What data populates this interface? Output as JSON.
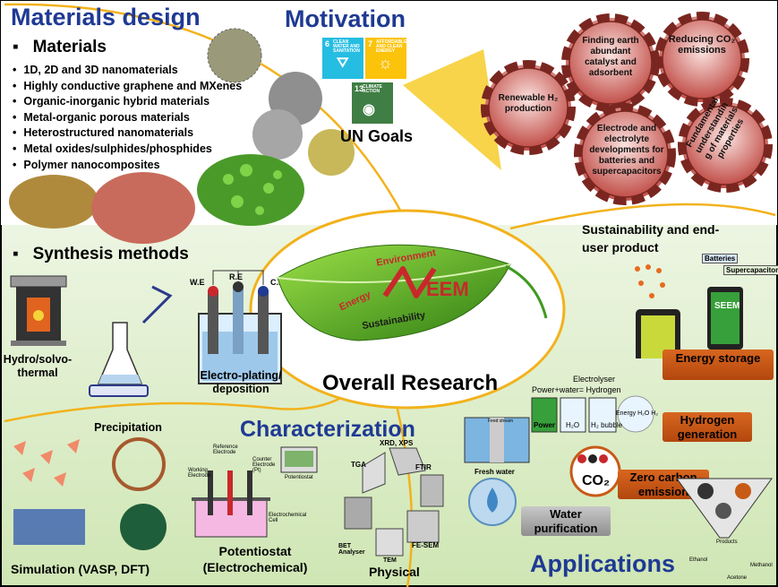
{
  "sections": {
    "materials_design": "Materials design",
    "motivation": "Motivation",
    "characterization": "Characterization",
    "applications": "Applications",
    "overall": "Overall Research"
  },
  "materials": {
    "heading": "Materials",
    "items": [
      "1D, 2D and 3D nanomaterials",
      "Highly conductive graphene and MXenes",
      "Organic-inorganic hybrid materials",
      "Metal-organic porous materials",
      "Heterostructured nanomaterials",
      "Metal oxides/sulphides/phosphides",
      "Polymer nanocomposites"
    ]
  },
  "synthesis": {
    "heading": "Synthesis methods",
    "hydro": "Hydro/solvo-\nthermal",
    "precip": "Precipitation",
    "electro": "Electro-plating/\ndeposition",
    "we": "W.E",
    "re": "R.E",
    "ce": "C.E"
  },
  "motivation": {
    "un_goals": "UN Goals",
    "sdg6_num": "6",
    "sdg6_cap": "CLEAN WATER AND SANITATION",
    "sdg7_num": "7",
    "sdg7_cap": "AFFORDABLE AND CLEAN ENERGY",
    "sdg13_num": "13",
    "sdg13_cap": "CLIMATE ACTION",
    "gears": [
      "Renewable H₂ production",
      "Finding earth abundant catalyst and adsorbent",
      "Reducing CO₂ emissions",
      "Electrode and electrolyte developments for batteries and supercapacitors",
      "Fundamental understandin g of materials properties"
    ]
  },
  "leaf": {
    "environment": "Environment",
    "energy": "Energy",
    "sustainability": "Sustainability",
    "eem": "EEM"
  },
  "sustain": {
    "title": "Sustainability and end-user product",
    "batteries": "Batteries",
    "supercap": "Supercapacitors",
    "seem": "SEEM"
  },
  "applications": {
    "energy_storage": "Energy storage",
    "electrolyser": "Electrolyser",
    "equation": "Power+water= Hydrogen",
    "power": "Power",
    "h2o": "H₂O",
    "h2bubble": "H₂ bubble",
    "energy_h2o_h2": "Energy H₂O H₂",
    "hydrogen": "Hydrogen generation",
    "co2": "CO₂",
    "zero_carbon": "Zero carbon emission",
    "water_pur": "Water purification",
    "fresh": "Fresh water",
    "feed": "Feed stream",
    "products": "Products",
    "ethanol": "Ethanol",
    "methanol": "Methanol",
    "acetone": "Acetone"
  },
  "characterization": {
    "ref_electrode": "Reference Electrode",
    "working": "Working Electrode",
    "counter": "Counter Electrode (Pt)",
    "potentiostat_small": "Potentiostat",
    "cell": "Electrochemical Cell",
    "potentiostat": "Potentiostat (Electrochemical)",
    "physical": "Physical",
    "xrd": "XRD, XPS",
    "tga": "TGA",
    "ftir": "FTIR",
    "bet": "BET Analyser",
    "fesem": "FE-SEM",
    "tem": "TEM",
    "simulation": "Simulation (VASP, DFT)"
  },
  "colors": {
    "accent_blue": "#1f3a93",
    "gear": "#e8928f",
    "orange": "#c85a17",
    "leaf": "#3f9a1f"
  }
}
